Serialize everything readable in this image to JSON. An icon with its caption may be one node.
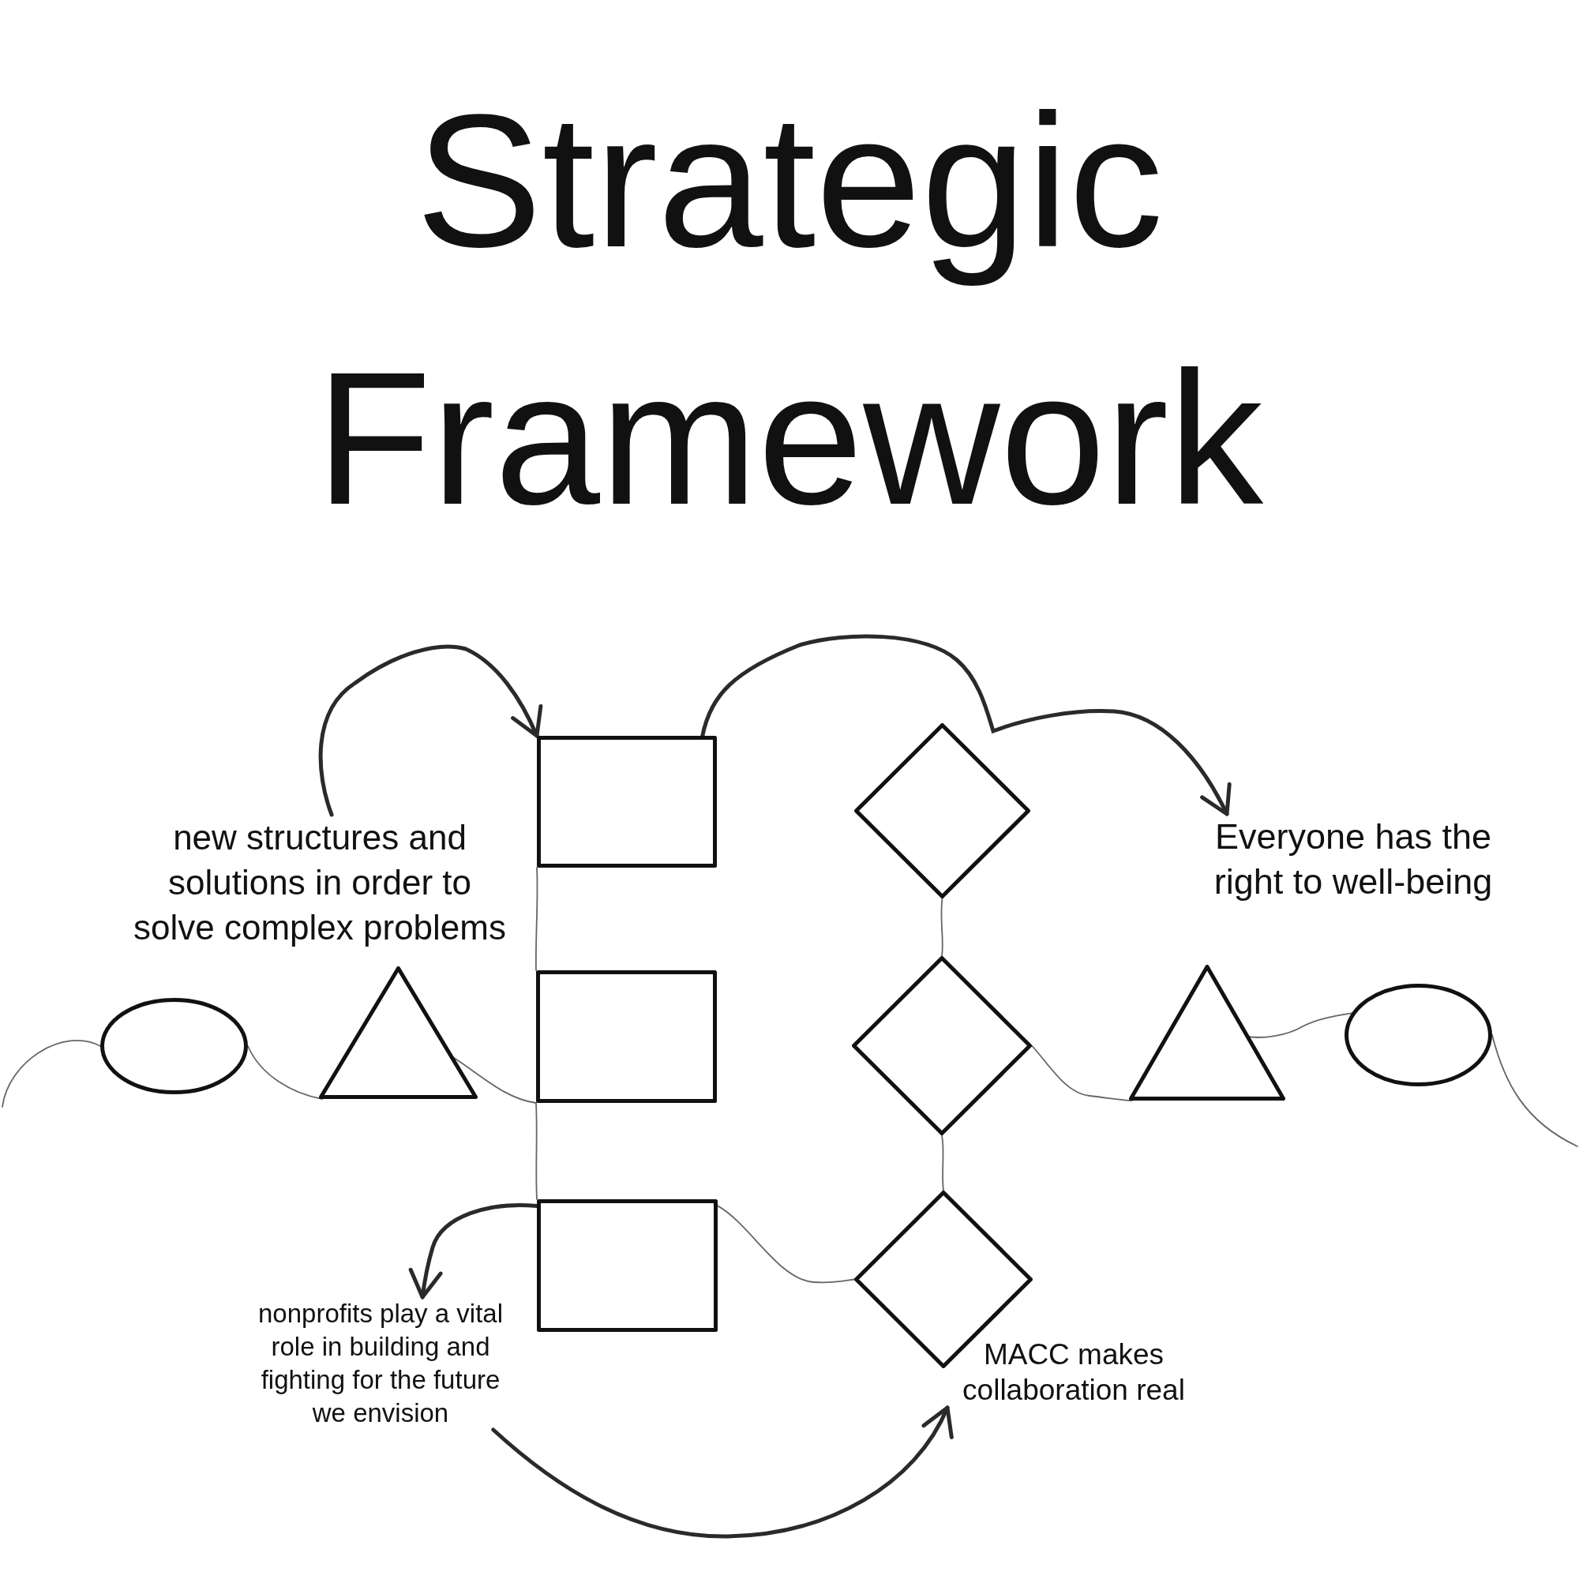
{
  "diagram": {
    "title": "Strategic Framework",
    "nodes": [
      {
        "text": [
          "new structures and solutions in order to solve complex problems"
        ]
      },
      {
        "text": [],
        "shape": "box"
      },
      {
        "text": [],
        "shape": "diamond"
      },
      {
        "text": [
          "Everyone has the right to well-being"
        ]
      },
      {
        "text": [],
        "shape": "ellipse"
      },
      {
        "text": [],
        "shape": "triangle"
      },
      {
        "text": [],
        "shape": "box"
      },
      {
        "text": [],
        "shape": "diamond"
      },
      {
        "text": [],
        "shape": "triangle"
      },
      {
        "text": [],
        "shape": "ellipse"
      },
      {
        "text": [
          "nonprofits play a vital role in building and fighting for the future we envision"
        ]
      },
      {
        "text": [],
        "shape": "box"
      },
      {
        "text": [],
        "shape": "diamond"
      },
      {
        "text": [
          "MACC makes collaboration real"
        ]
      }
    ],
    "edges": [
      {
        "from": 0,
        "to": 1,
        "arrow": "to",
        "style": "thick"
      },
      {
        "from": 1,
        "to": 3,
        "arrow": "to",
        "style": "thick"
      },
      {
        "from": null,
        "to": 4,
        "arrow": "none"
      },
      {
        "from": 4,
        "to": 5,
        "arrow": "none"
      },
      {
        "from": 5,
        "to": 6,
        "arrow": "none"
      },
      {
        "from": 1,
        "to": 6,
        "arrow": "none"
      },
      {
        "from": 6,
        "to": 11,
        "arrow": "none"
      },
      {
        "from": 11,
        "to": 12,
        "arrow": "none"
      },
      {
        "from": 2,
        "to": 7,
        "arrow": "none"
      },
      {
        "from": 7,
        "to": 12,
        "arrow": "none"
      },
      {
        "from": 7,
        "to": 8,
        "arrow": "none"
      },
      {
        "from": 8,
        "to": 9,
        "arrow": "none"
      },
      {
        "from": 9,
        "to": null,
        "arrow": "none"
      },
      {
        "from": 11,
        "to": 10,
        "arrow": "to",
        "style": "thick"
      },
      {
        "from": 10,
        "to": 13,
        "arrow": "to",
        "style": "thick"
      }
    ]
  }
}
